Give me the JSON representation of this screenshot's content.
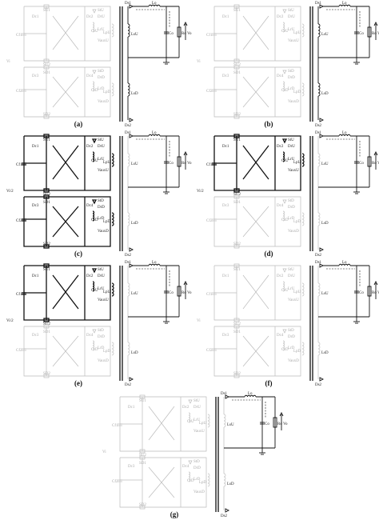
{
  "labels": {
    "source_half": "Vi/2",
    "source": "Vi",
    "cap_in_u": "Cf1",
    "cap_in_d": "Cf2",
    "su1": "SU1",
    "su2": "SU2",
    "sd1": "SD1",
    "sd2": "SD2",
    "dc1": "Dc1",
    "dc2": "Dc2",
    "dc3": "Dc3",
    "dc4": "Dc4",
    "stu": "StU",
    "dru": "DrU",
    "cru": "CrU",
    "lru": "LrU",
    "vauxu": "VauxU",
    "std": "StD",
    "drd": "DrD",
    "crd": "CrD",
    "lrd": "LrD",
    "vauxd": "VauxD",
    "lpu": "LpU",
    "lpd": "LpD",
    "lsu": "LsU",
    "lsd": "LsD",
    "ds1": "Ds1",
    "ds2": "Ds2",
    "lo": "Lo",
    "co": "Co",
    "ro": "Ro",
    "vo": "Vo"
  },
  "panels": [
    {
      "caption": "(a)"
    },
    {
      "caption": "(b)"
    },
    {
      "caption": "(c)"
    },
    {
      "caption": "(d)"
    },
    {
      "caption": "(e)"
    },
    {
      "caption": "(f)"
    },
    {
      "caption": "(g)"
    }
  ]
}
